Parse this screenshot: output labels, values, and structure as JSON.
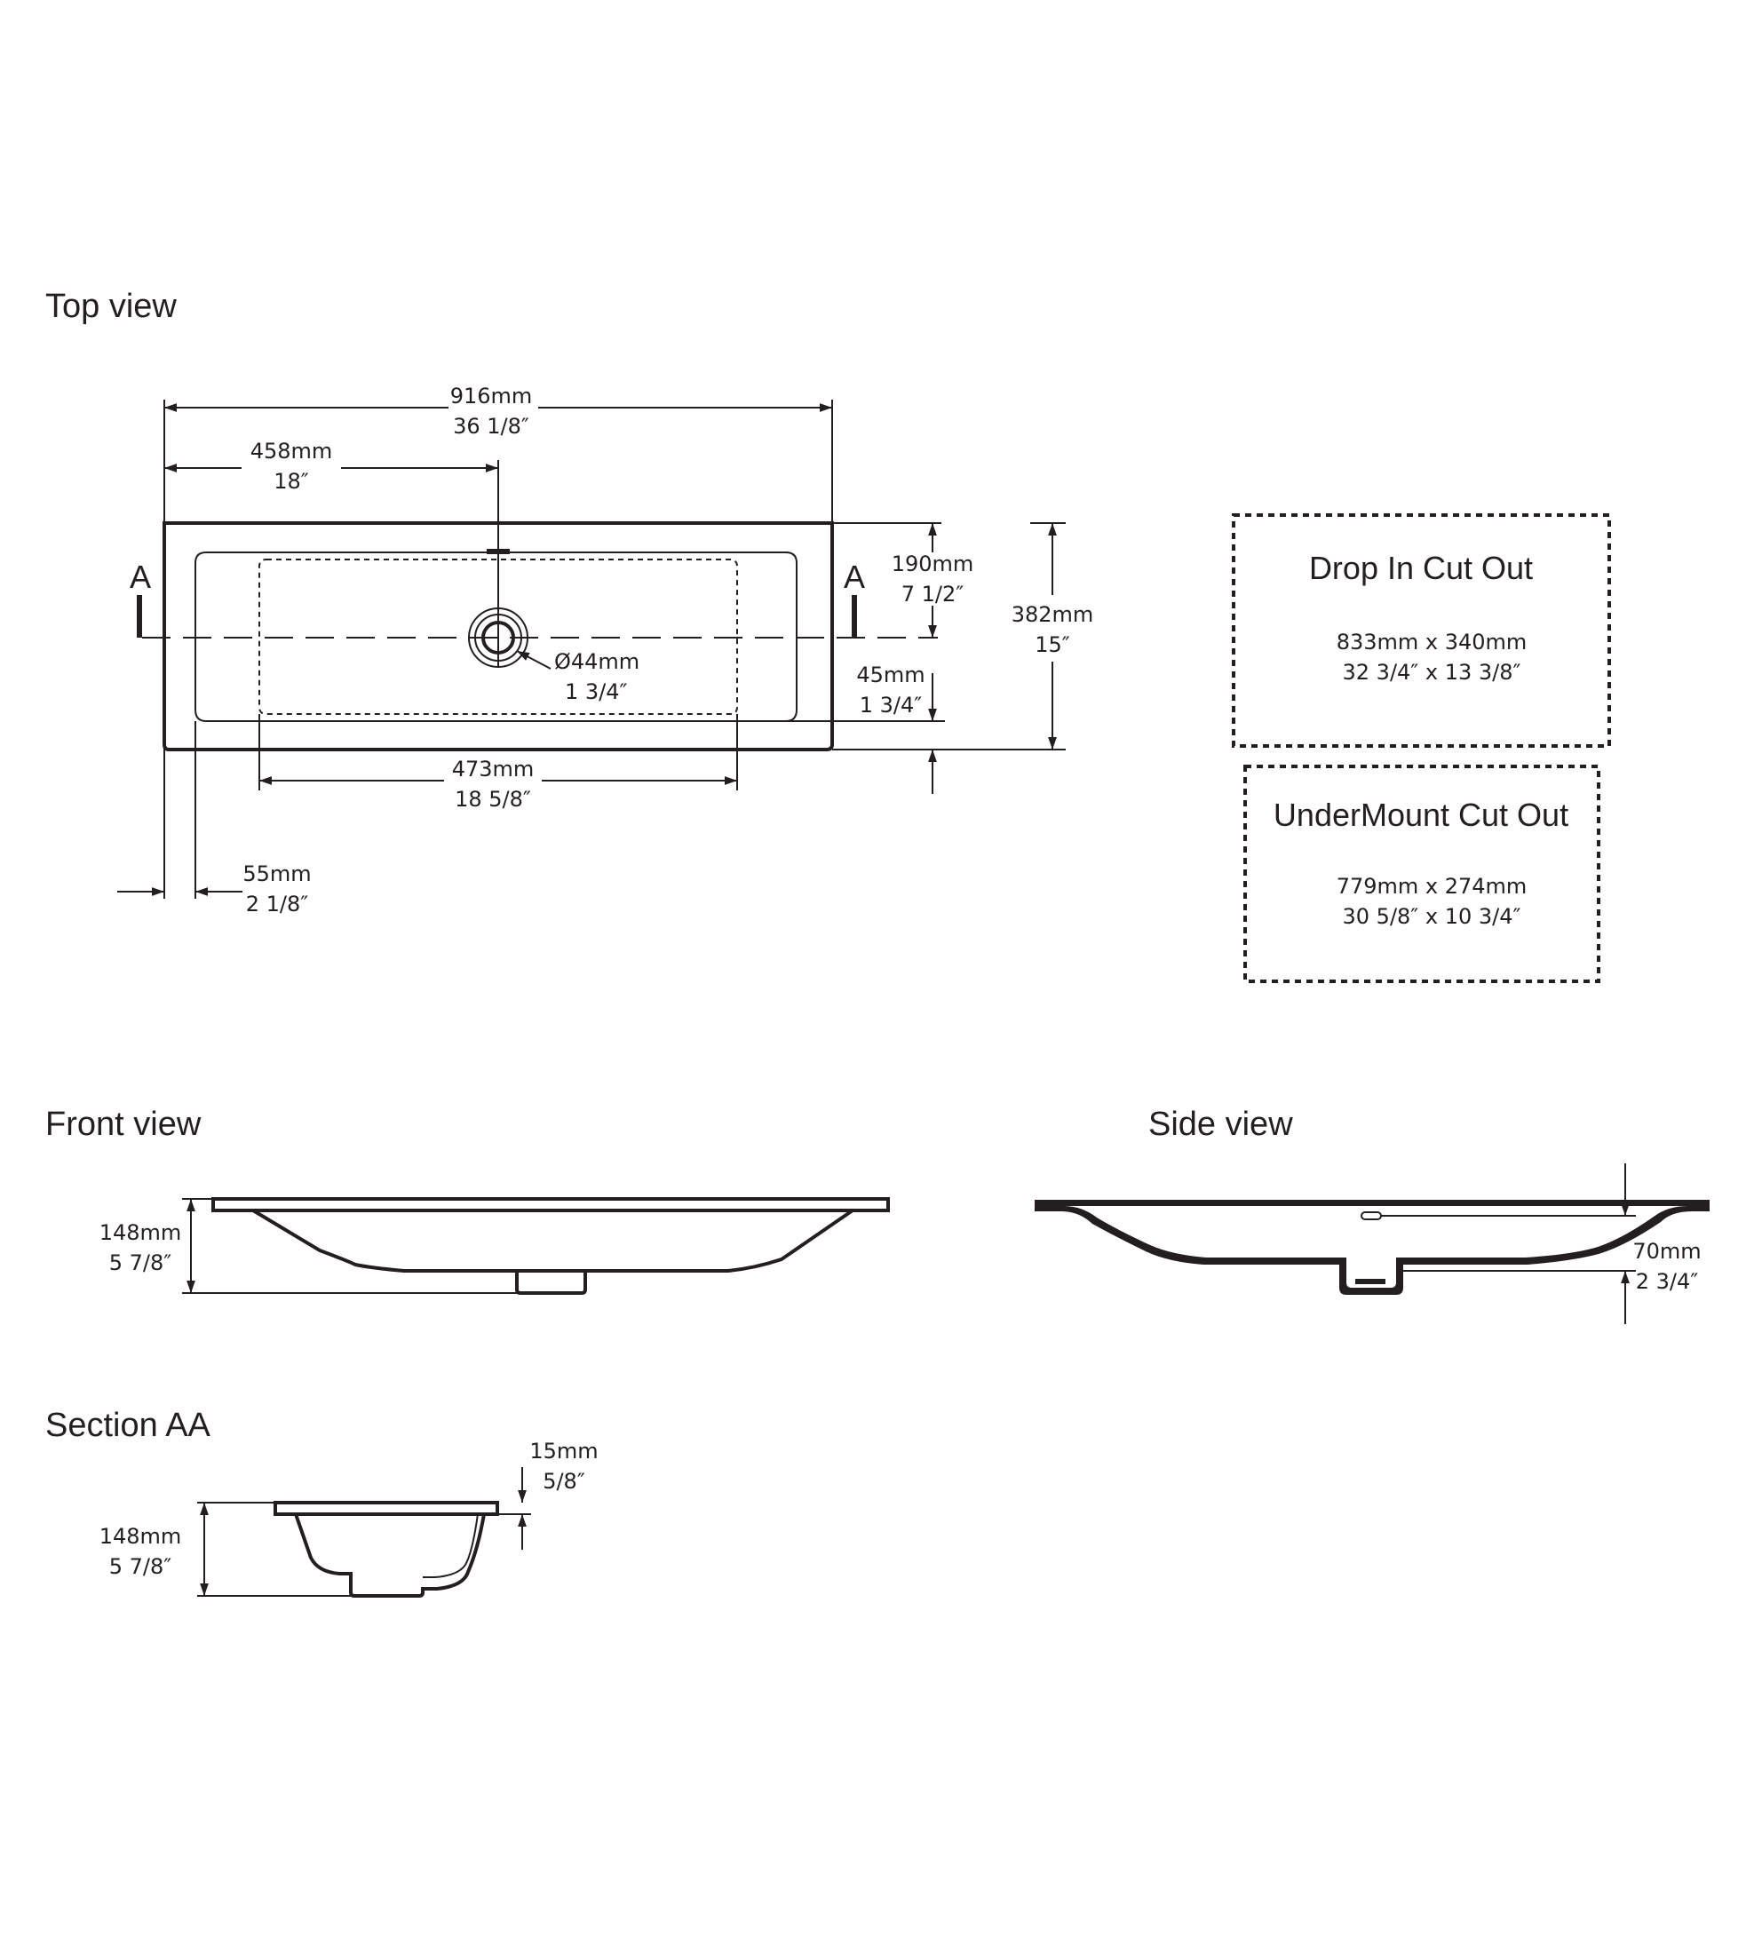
{
  "headings": {
    "top_view": "Top view",
    "front_view": "Front view",
    "side_view": "Side view",
    "section": "Section AA"
  },
  "section_markers": {
    "left": "A",
    "right": "A"
  },
  "top_view": {
    "overall_width": {
      "mm": "916mm",
      "in": "36 1/8″"
    },
    "half_width": {
      "mm": "458mm",
      "in": "18″"
    },
    "half_depth": {
      "mm": "190mm",
      "in": "7 1/2″"
    },
    "overall_depth": {
      "mm": "382mm",
      "in": "15″"
    },
    "drain": {
      "mm": "Ø44mm",
      "in": "1 3/4″"
    },
    "front_offset": {
      "mm": "45mm",
      "in": "1 3/4″"
    },
    "bowl_width": {
      "mm": "473mm",
      "in": "18 5/8″"
    },
    "rim_width": {
      "mm": "55mm",
      "in": "2 1/8″"
    }
  },
  "cutouts": {
    "drop_in": {
      "title": "Drop In Cut Out",
      "mm": "833mm x 340mm",
      "in": "32 3/4″ x 13 3/8″"
    },
    "undermount": {
      "title": "UnderMount Cut Out",
      "mm": "779mm x 274mm",
      "in": "30 5/8″ x 10 3/4″"
    }
  },
  "front_view": {
    "height": {
      "mm": "148mm",
      "in": "5 7/8″"
    }
  },
  "side_view": {
    "depth": {
      "mm": "70mm",
      "in": "2 3/4″"
    }
  },
  "section_aa": {
    "rim": {
      "mm": "15mm",
      "in": "5/8″"
    },
    "height": {
      "mm": "148mm",
      "in": "5 7/8″"
    }
  }
}
